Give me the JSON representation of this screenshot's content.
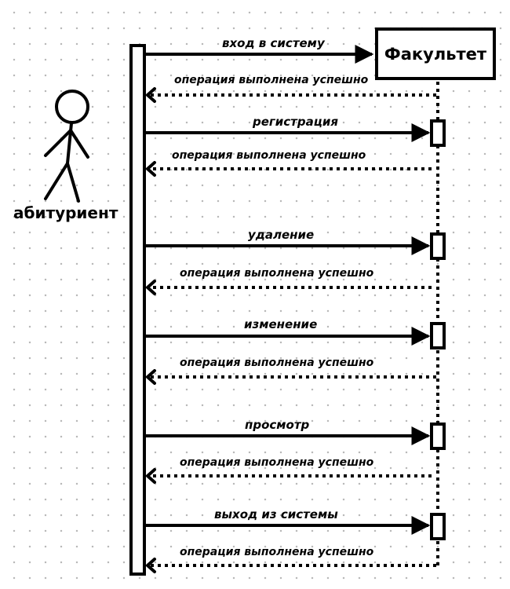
{
  "actor": {
    "name": "абитуриент"
  },
  "object": {
    "name": "Факультет"
  },
  "messages": [
    {
      "request": "вход в систему",
      "reply": "операция выполнена успешно"
    },
    {
      "request": "регистрация",
      "reply": "операция выполнена успешно"
    },
    {
      "request": "удаление",
      "reply": "операция выполнена успешно"
    },
    {
      "request": "изменение",
      "reply": "операция выполнена успешно"
    },
    {
      "request": "просмотр",
      "reply": "операция выполнена успешно"
    },
    {
      "request": "выход из системы",
      "reply": "операция выполнена успешно"
    }
  ]
}
